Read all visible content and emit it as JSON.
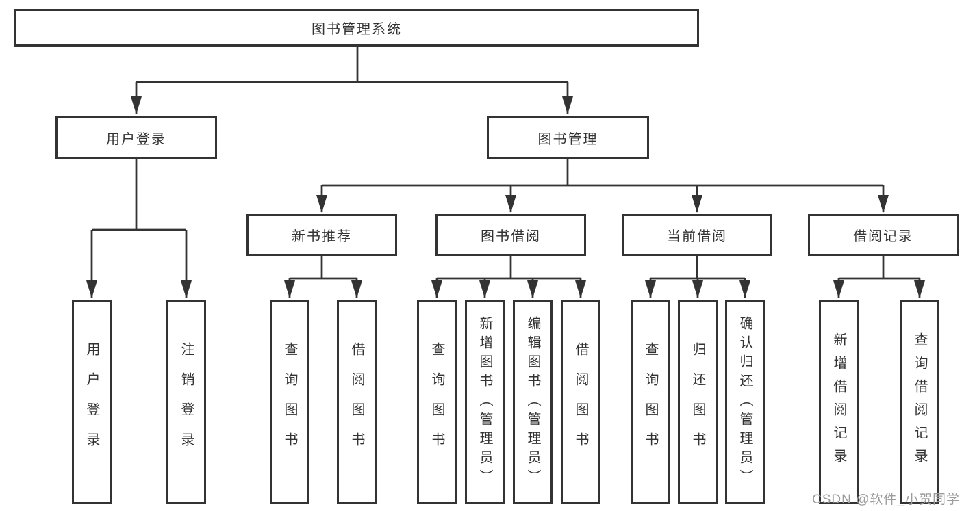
{
  "tree": {
    "root": "图书管理系统",
    "children": [
      {
        "label": "用户登录",
        "children": [
          "用户登录",
          "注销登录"
        ]
      },
      {
        "label": "图书管理",
        "children": [
          {
            "label": "新书推荐",
            "children": [
              "查询图书",
              "借阅图书"
            ]
          },
          {
            "label": "图书借阅",
            "children": [
              "查询图书",
              "新增图书（管理员）",
              "编辑图书（管理员）",
              "借阅图书"
            ]
          },
          {
            "label": "当前借阅",
            "children": [
              "查询图书",
              "归还图书",
              "确认归还（管理员）"
            ]
          },
          {
            "label": "借阅记录",
            "children": [
              "新增借阅记录",
              "查询借阅记录"
            ]
          }
        ]
      }
    ]
  },
  "watermark": {
    "text": "CSDN @软件_小贺同学"
  },
  "colors": {
    "line": "#333333",
    "box_border": "#333333",
    "text": "#333333",
    "watermark": "#9c9c9c",
    "background": "#ffffff"
  }
}
